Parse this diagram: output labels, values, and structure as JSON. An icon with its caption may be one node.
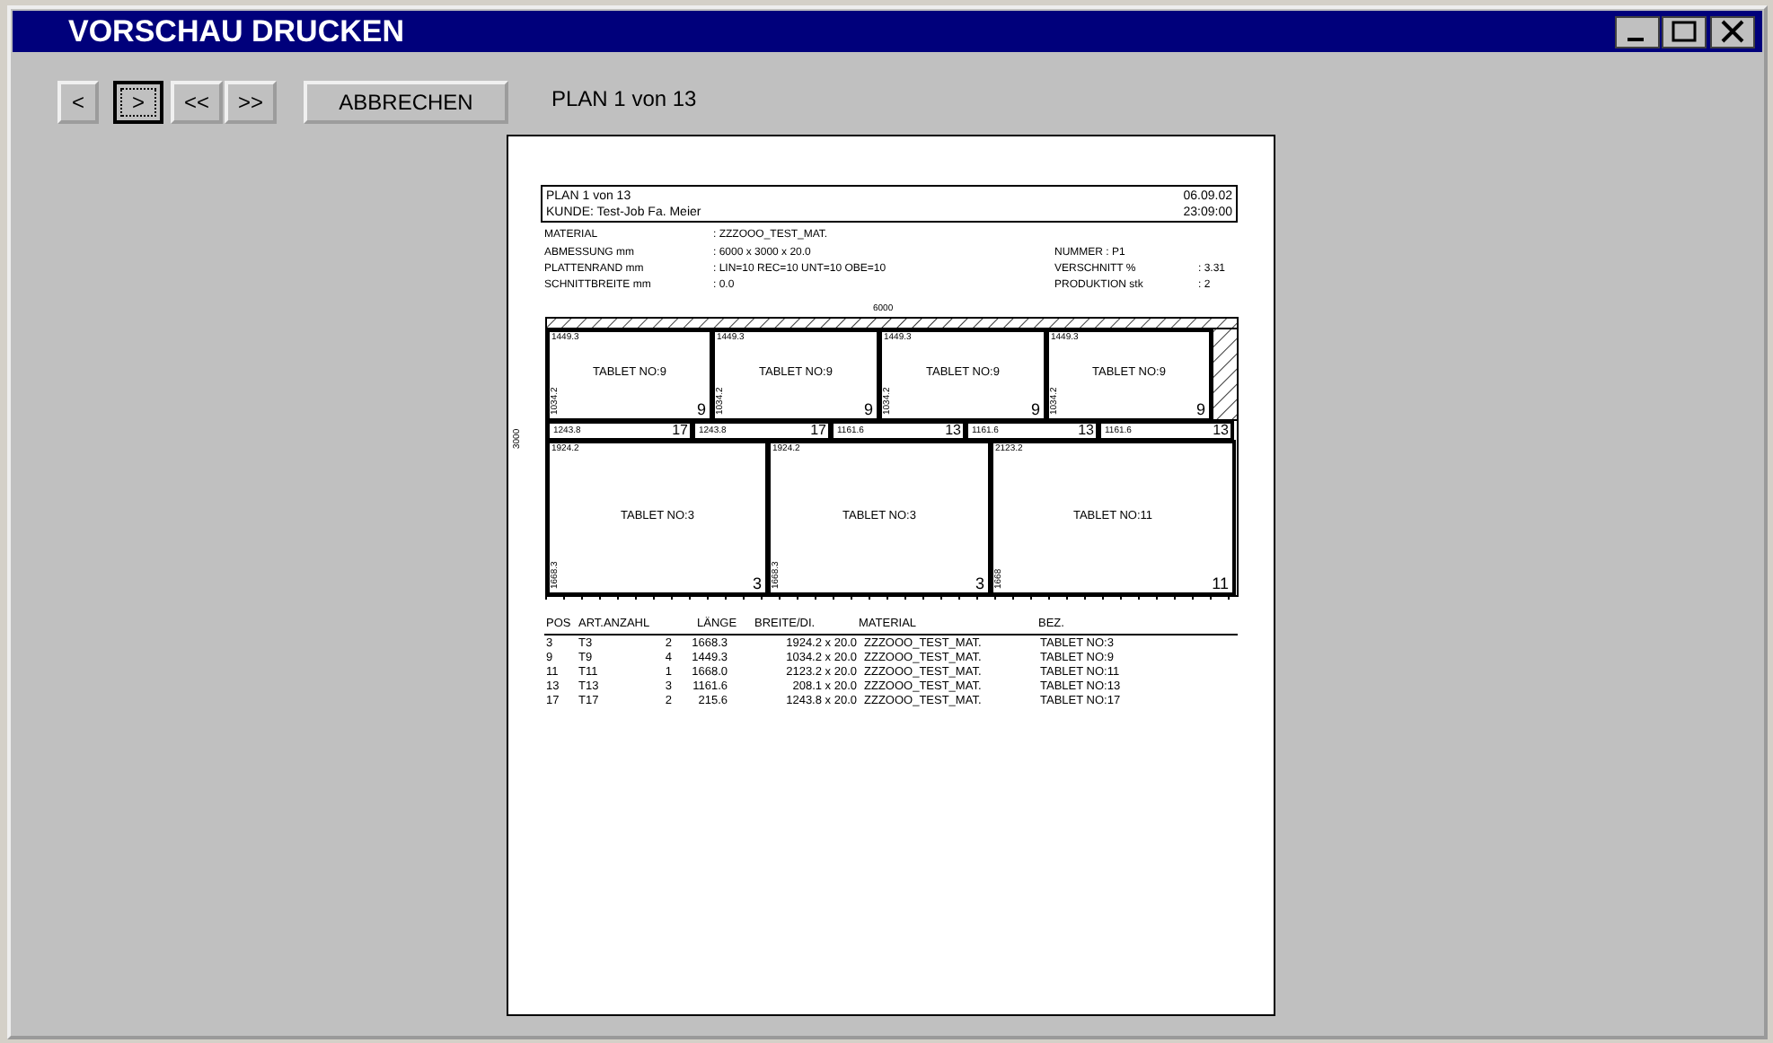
{
  "diagram": {
    "title": "VORSCHAU DRUCKEN",
    "nodes": [
      {
        "text": [
          "PLAN 1 von 13",
          "KUNDE: Test-Job Fa. Meier",
          "06.09.02",
          "23:09:00"
        ]
      },
      {
        "text": [
          "1449.3",
          "TABLET NO:9",
          "1034.2",
          "9"
        ]
      },
      {
        "text": [
          "1449.3",
          "TABLET NO:9",
          "1034.2",
          "9"
        ]
      },
      {
        "text": [
          "1449.3",
          "TABLET NO:9",
          "1034.2",
          "9"
        ]
      },
      {
        "text": [
          "1449.3",
          "TABLET NO:9",
          "1034.2",
          "9"
        ]
      },
      {
        "text": [
          "1243.8",
          "17"
        ]
      },
      {
        "text": [
          "1243.8",
          "17"
        ]
      },
      {
        "text": [
          "1161.6",
          "13"
        ]
      },
      {
        "text": [
          "1161.6",
          "13"
        ]
      },
      {
        "text": [
          "1161.6",
          "13"
        ]
      },
      {
        "text": [
          "1924.2",
          "TABLET NO:3",
          "1668.3",
          "3"
        ]
      },
      {
        "text": [
          "1924.2",
          "TABLET NO:3",
          "1668.3",
          "3"
        ]
      },
      {
        "text": [
          "2123.2",
          "TABLET NO:11",
          "1668",
          "11"
        ]
      }
    ],
    "labels": [
      "<",
      ">",
      "<<",
      ">>",
      "ABBRECHEN",
      "PLAN 1 von 13",
      "MATERIAL",
      ": ZZZOOO_TEST_MAT.",
      "ABMESSUNG mm",
      ": 6000 x 3000 x 20.0",
      "NUMMER : P1",
      "PLATTENRAND mm",
      ": LIN=10 REC=10 UNT=10 OBE=10",
      "VERSCHNITT %",
      ": 3.31",
      "SCHNITTBREITE mm",
      ": 0.0",
      "PRODUKTION stk",
      ": 2",
      "6000",
      "3000",
      "POS",
      "ART.ANZAHL",
      "LÄNGE",
      "BREITE/DI.",
      "MATERIAL",
      "BEZ.",
      "3",
      "T3",
      "2",
      "1668.3",
      "1924.2 x 20.0",
      "ZZZOOO_TEST_MAT.",
      "TABLET NO:3",
      "9",
      "T9",
      "4",
      "1449.3",
      "1034.2 x 20.0",
      "ZZZOOO_TEST_MAT.",
      "TABLET NO:9",
      "11",
      "T11",
      "1",
      "1668.0",
      "2123.2 x 20.0",
      "ZZZOOO_TEST_MAT.",
      "TABLET NO:11",
      "13",
      "T13",
      "3",
      "1161.6",
      "208.1 x 20.0",
      "ZZZOOO_TEST_MAT.",
      "TABLET NO:13",
      "17",
      "T17",
      "2",
      "215.6",
      "1243.8 x 20.0",
      "ZZZOOO_TEST_MAT.",
      "TABLET NO:17"
    ]
  }
}
